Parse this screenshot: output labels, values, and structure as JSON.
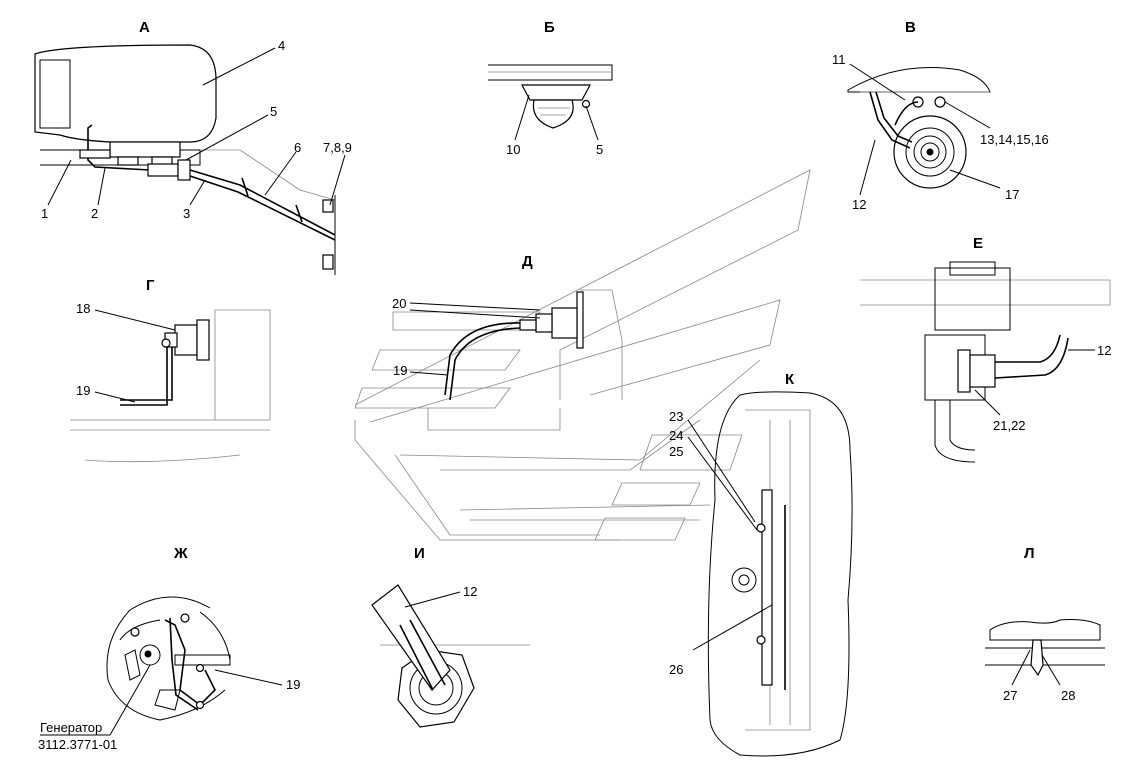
{
  "views": {
    "A": "А",
    "B": "Б",
    "V": "В",
    "G": "Г",
    "D": "Д",
    "E": "Е",
    "K": "К",
    "ZH": "Ж",
    "I": "И",
    "L": "Л"
  },
  "callouts": {
    "c1": "1",
    "c2": "2",
    "c3": "3",
    "c4": "4",
    "c5a": "5",
    "c5b": "5",
    "c6": "6",
    "c789": "7,8,9",
    "c10": "10",
    "c11": "11",
    "c12a": "12",
    "c12b": "12",
    "c12c": "12",
    "c13_16": "13,14,15,16",
    "c17": "17",
    "c18": "18",
    "c19a": "19",
    "c19b": "19",
    "c19c": "19",
    "c20": "20",
    "c21_22": "21,22",
    "c23": "23",
    "c24": "24",
    "c25": "25",
    "c26": "26",
    "c27": "27",
    "c28": "28"
  },
  "generator": {
    "name": "Генератор",
    "model": "3112.3771-01"
  }
}
